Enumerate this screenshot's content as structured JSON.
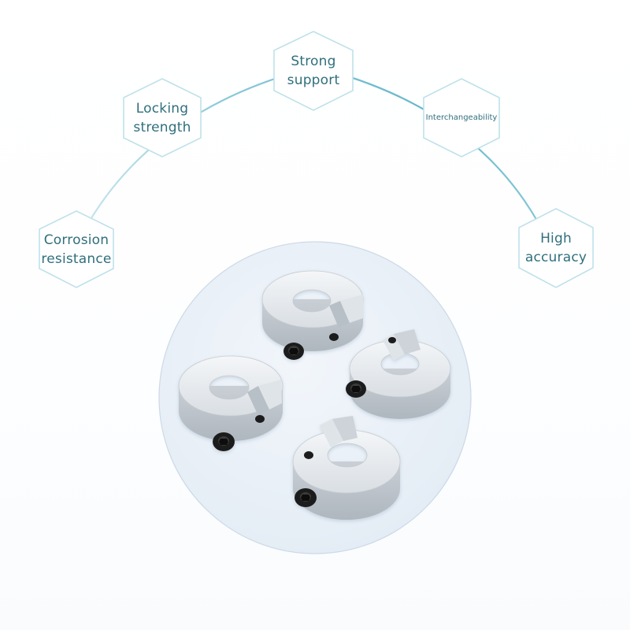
{
  "features": [
    {
      "id": "corrosion",
      "label": "Corrosion\nresistance"
    },
    {
      "id": "locking",
      "label": "Locking\nstrength"
    },
    {
      "id": "support",
      "label": "Strong\nsupport"
    },
    {
      "id": "interchange",
      "label": "Interchangeability"
    },
    {
      "id": "accuracy",
      "label": "High\naccuracy"
    }
  ],
  "colors": {
    "text": "#2f6f7c",
    "hex_stroke": "#bfe1ea",
    "arc_left": "#cfe6ec",
    "arc_right": "#5fb3c9",
    "circle_fill": "#e8eff7",
    "circle_stroke": "#cfdbe8",
    "metal": "#e3e7ea",
    "screw": "#1c1c1c"
  },
  "product": {
    "name": "shaft-collar",
    "count": 4,
    "icon": "shaft-collar-icon"
  }
}
